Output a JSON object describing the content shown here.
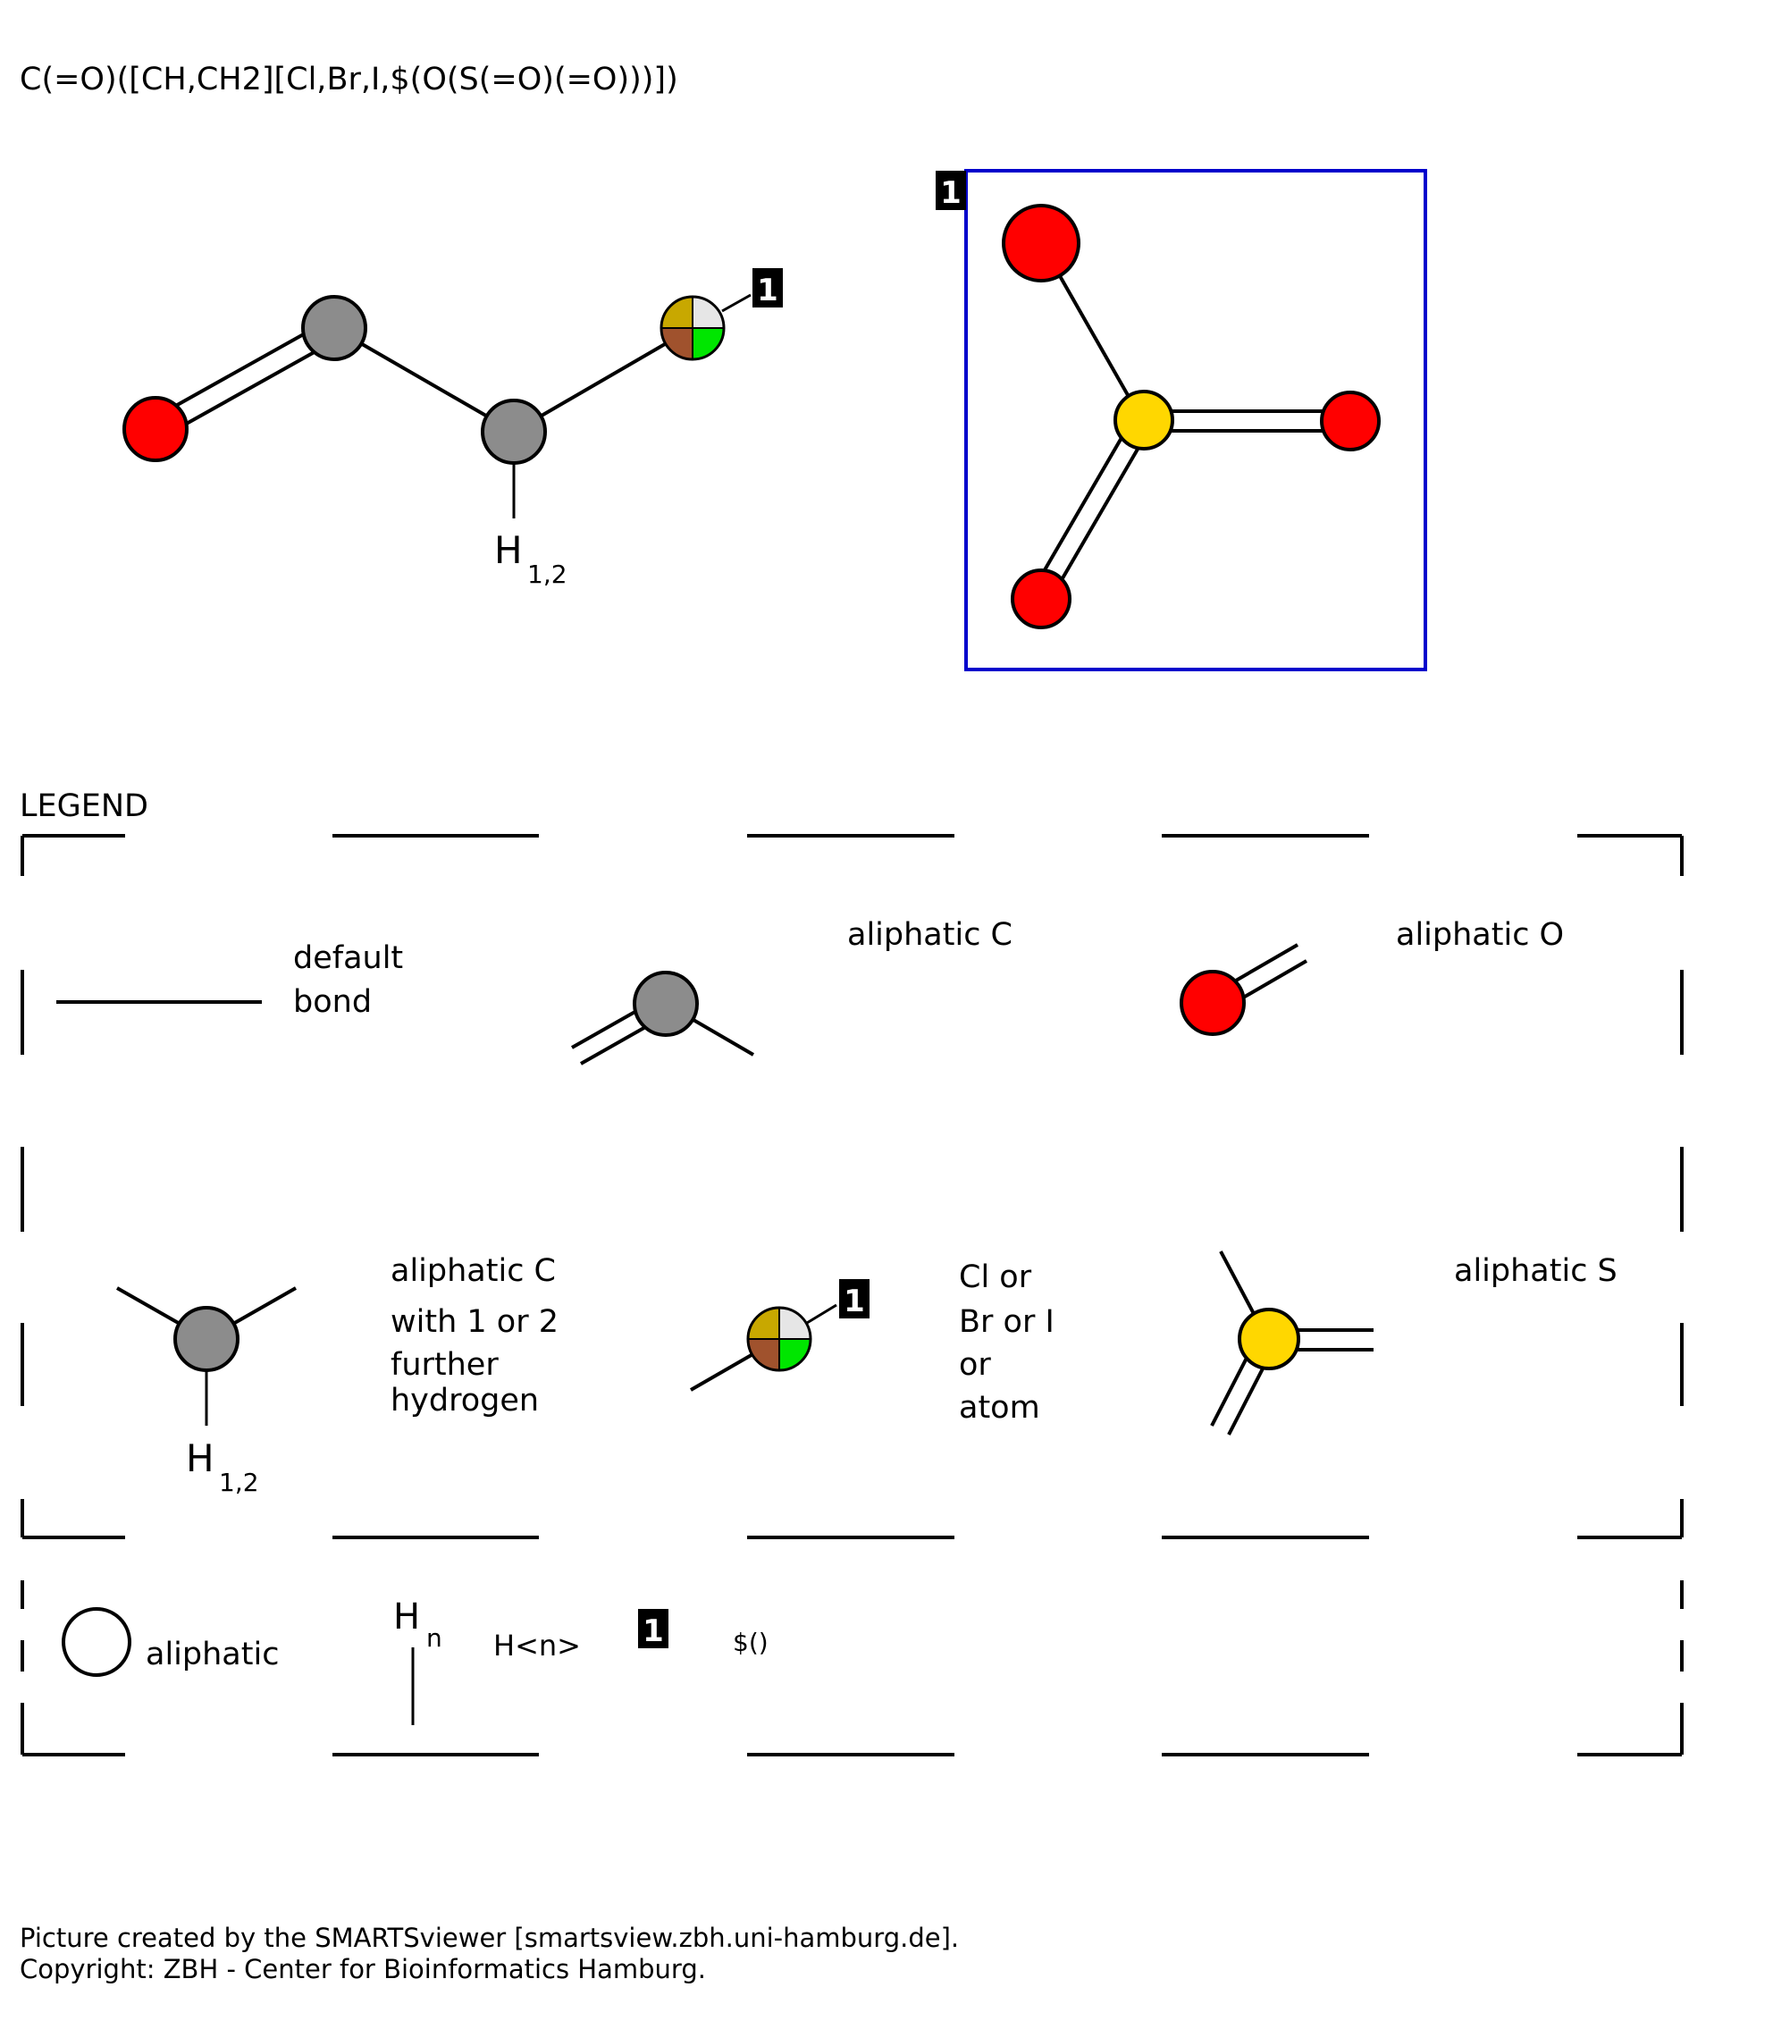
{
  "smarts": "C(=O)([CH,CH2][Cl,Br,I,$(O(S(=O)(=O)))])",
  "main": {
    "hydrogen_label": "H",
    "hydrogen_count": "1,2",
    "tag_number": "1"
  },
  "recursive_group": {
    "tag_number": "1"
  },
  "legend": {
    "title": "LEGEND",
    "items": [
      {
        "lines": [
          "default",
          "bond"
        ]
      },
      {
        "lines": [
          "aliphatic C"
        ]
      },
      {
        "lines": [
          "aliphatic O"
        ]
      },
      {
        "lines": [
          "aliphatic C",
          "with 1 or 2",
          "further",
          "hydrogen"
        ],
        "hydrogen_label": "H",
        "hydrogen_count": "1,2"
      },
      {
        "lines": [
          "Cl or",
          "Br or I",
          "or",
          "atom"
        ],
        "tag_number": "1"
      },
      {
        "lines": [
          "aliphatic S"
        ]
      }
    ],
    "symbols": {
      "aliphatic_label": "aliphatic",
      "h_label": "H",
      "h_sub": "n",
      "h_n_label": "H<n>",
      "tag_number": "1",
      "recursive_label": "$()"
    }
  },
  "footer": {
    "line1": "Picture created by the SMARTSviewer [smartsview.zbh.uni-hamburg.de].",
    "line2": "Copyright: ZBH - Center for Bioinformatics Hamburg."
  },
  "colors": {
    "oxygen": "#ff0000",
    "carbon": "#8c8c8c",
    "sulfur": "#ffd700",
    "chlorine": "#00e600",
    "bromine": "#a0522d",
    "iodine": "#c8a800",
    "other": "#e6e6e6",
    "recursive_box": "#0000cc"
  }
}
